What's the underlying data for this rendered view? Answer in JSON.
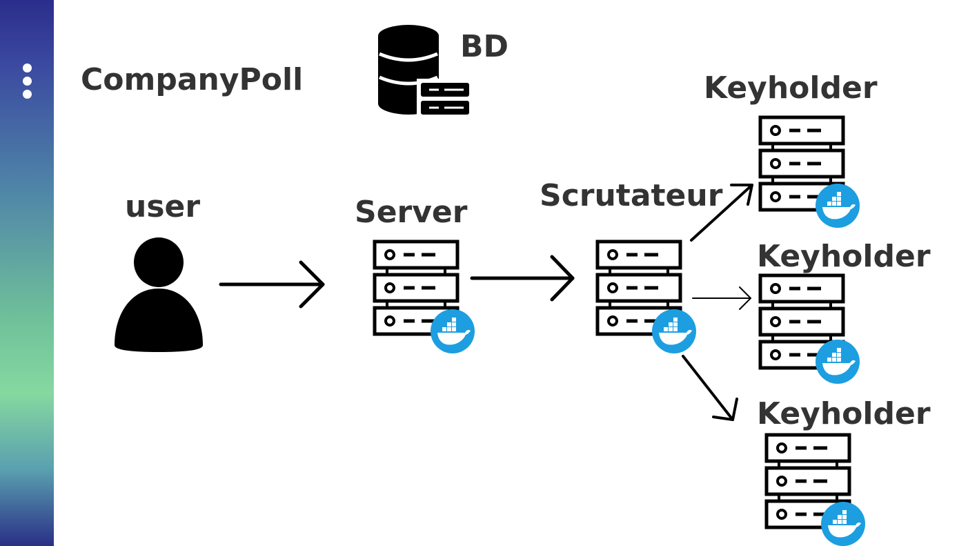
{
  "diagram": {
    "title": "CompanyPoll",
    "database_label": "BD",
    "user_label": "user",
    "server_label": "Server",
    "scrutateur_label": "Scrutateur",
    "keyholders": [
      {
        "label": "Keyholder"
      },
      {
        "label": "Keyholder"
      },
      {
        "label": "Keyholder"
      }
    ],
    "icons": {
      "user": "person-icon",
      "database": "database-icon",
      "server": "server-rack-icon",
      "docker": "docker-whale-icon",
      "menu": "vertical-dots-icon"
    },
    "colors": {
      "docker_blue": "#1d9ee0",
      "ink": "#000000",
      "text": "#333333"
    }
  }
}
